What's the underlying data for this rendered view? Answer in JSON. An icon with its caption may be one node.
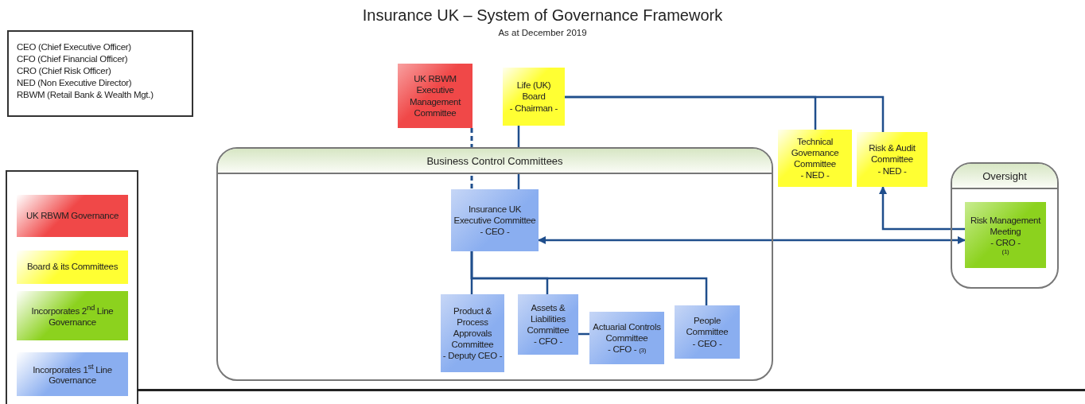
{
  "diagram": {
    "title": "Insurance UK – System of Governance Framework",
    "caption": "As at December 2019",
    "nodes": [
      {
        "text": [
          "UK RBWM Executive Management Committee"
        ]
      },
      {
        "text": [
          "Life (UK) Board",
          "- Chairman -"
        ]
      },
      {
        "text": [
          "Business Control Committees"
        ]
      },
      {
        "text": [
          "Insurance UK Executive Committee",
          "- CEO -"
        ],
        "in": 2
      },
      {
        "text": [
          "Product & Process Approvals Committee",
          "- Deputy CEO -"
        ],
        "in": 2
      },
      {
        "text": [
          "Assets & Liabilities Committee",
          "- CFO -"
        ],
        "in": 2
      },
      {
        "text": [
          "Actuarial Controls Committee",
          "- CFO -",
          "(3)"
        ],
        "in": 2
      },
      {
        "text": [
          "People Committee",
          "- CEO -"
        ],
        "in": 2
      },
      {
        "text": [
          "Technical Governance Committee",
          "- NED -"
        ]
      },
      {
        "text": [
          "Risk & Audit Committee",
          "- NED -"
        ]
      },
      {
        "text": [
          "Oversight"
        ]
      },
      {
        "text": [
          "Risk Management Meeting",
          "- CRO -",
          "(1)"
        ],
        "in": 10
      }
    ],
    "edges": [
      {
        "from": 0,
        "to": 3,
        "arrow": "none",
        "style": "dashed"
      },
      {
        "from": 1,
        "to": 3,
        "arrow": "none"
      },
      {
        "from": 1,
        "to": 8,
        "arrow": "none"
      },
      {
        "from": 1,
        "to": 9,
        "arrow": "none"
      },
      {
        "from": 11,
        "to": 9,
        "arrow": "to"
      },
      {
        "from": 3,
        "to": 11,
        "arrow": "both"
      },
      {
        "from": 3,
        "to": 4,
        "arrow": "none"
      },
      {
        "from": 3,
        "to": 5,
        "arrow": "none"
      },
      {
        "from": 3,
        "to": 7,
        "arrow": "none"
      },
      {
        "from": 5,
        "to": 6,
        "arrow": "none"
      }
    ],
    "labels": [
      "CEO (Chief Executive Officer)",
      "CFO (Chief Financial Officer)",
      "CRO (Chief Risk Officer)",
      "NED (Non Executive Director)",
      "RBWM (Retail Bank & Wealth Mgt.)"
    ],
    "legend": [
      {
        "text": "UK RBWM Governance",
        "color": "#f04848"
      },
      {
        "text": "Board & its Committees",
        "color": "#ffff33"
      },
      {
        "text": "Incorporates 2$^{nd}$ Line Governance",
        "color": "#8cd21e"
      },
      {
        "text": "Incorporates 1$^{st}$ Line Governance",
        "color": "#8aaef0"
      }
    ]
  }
}
